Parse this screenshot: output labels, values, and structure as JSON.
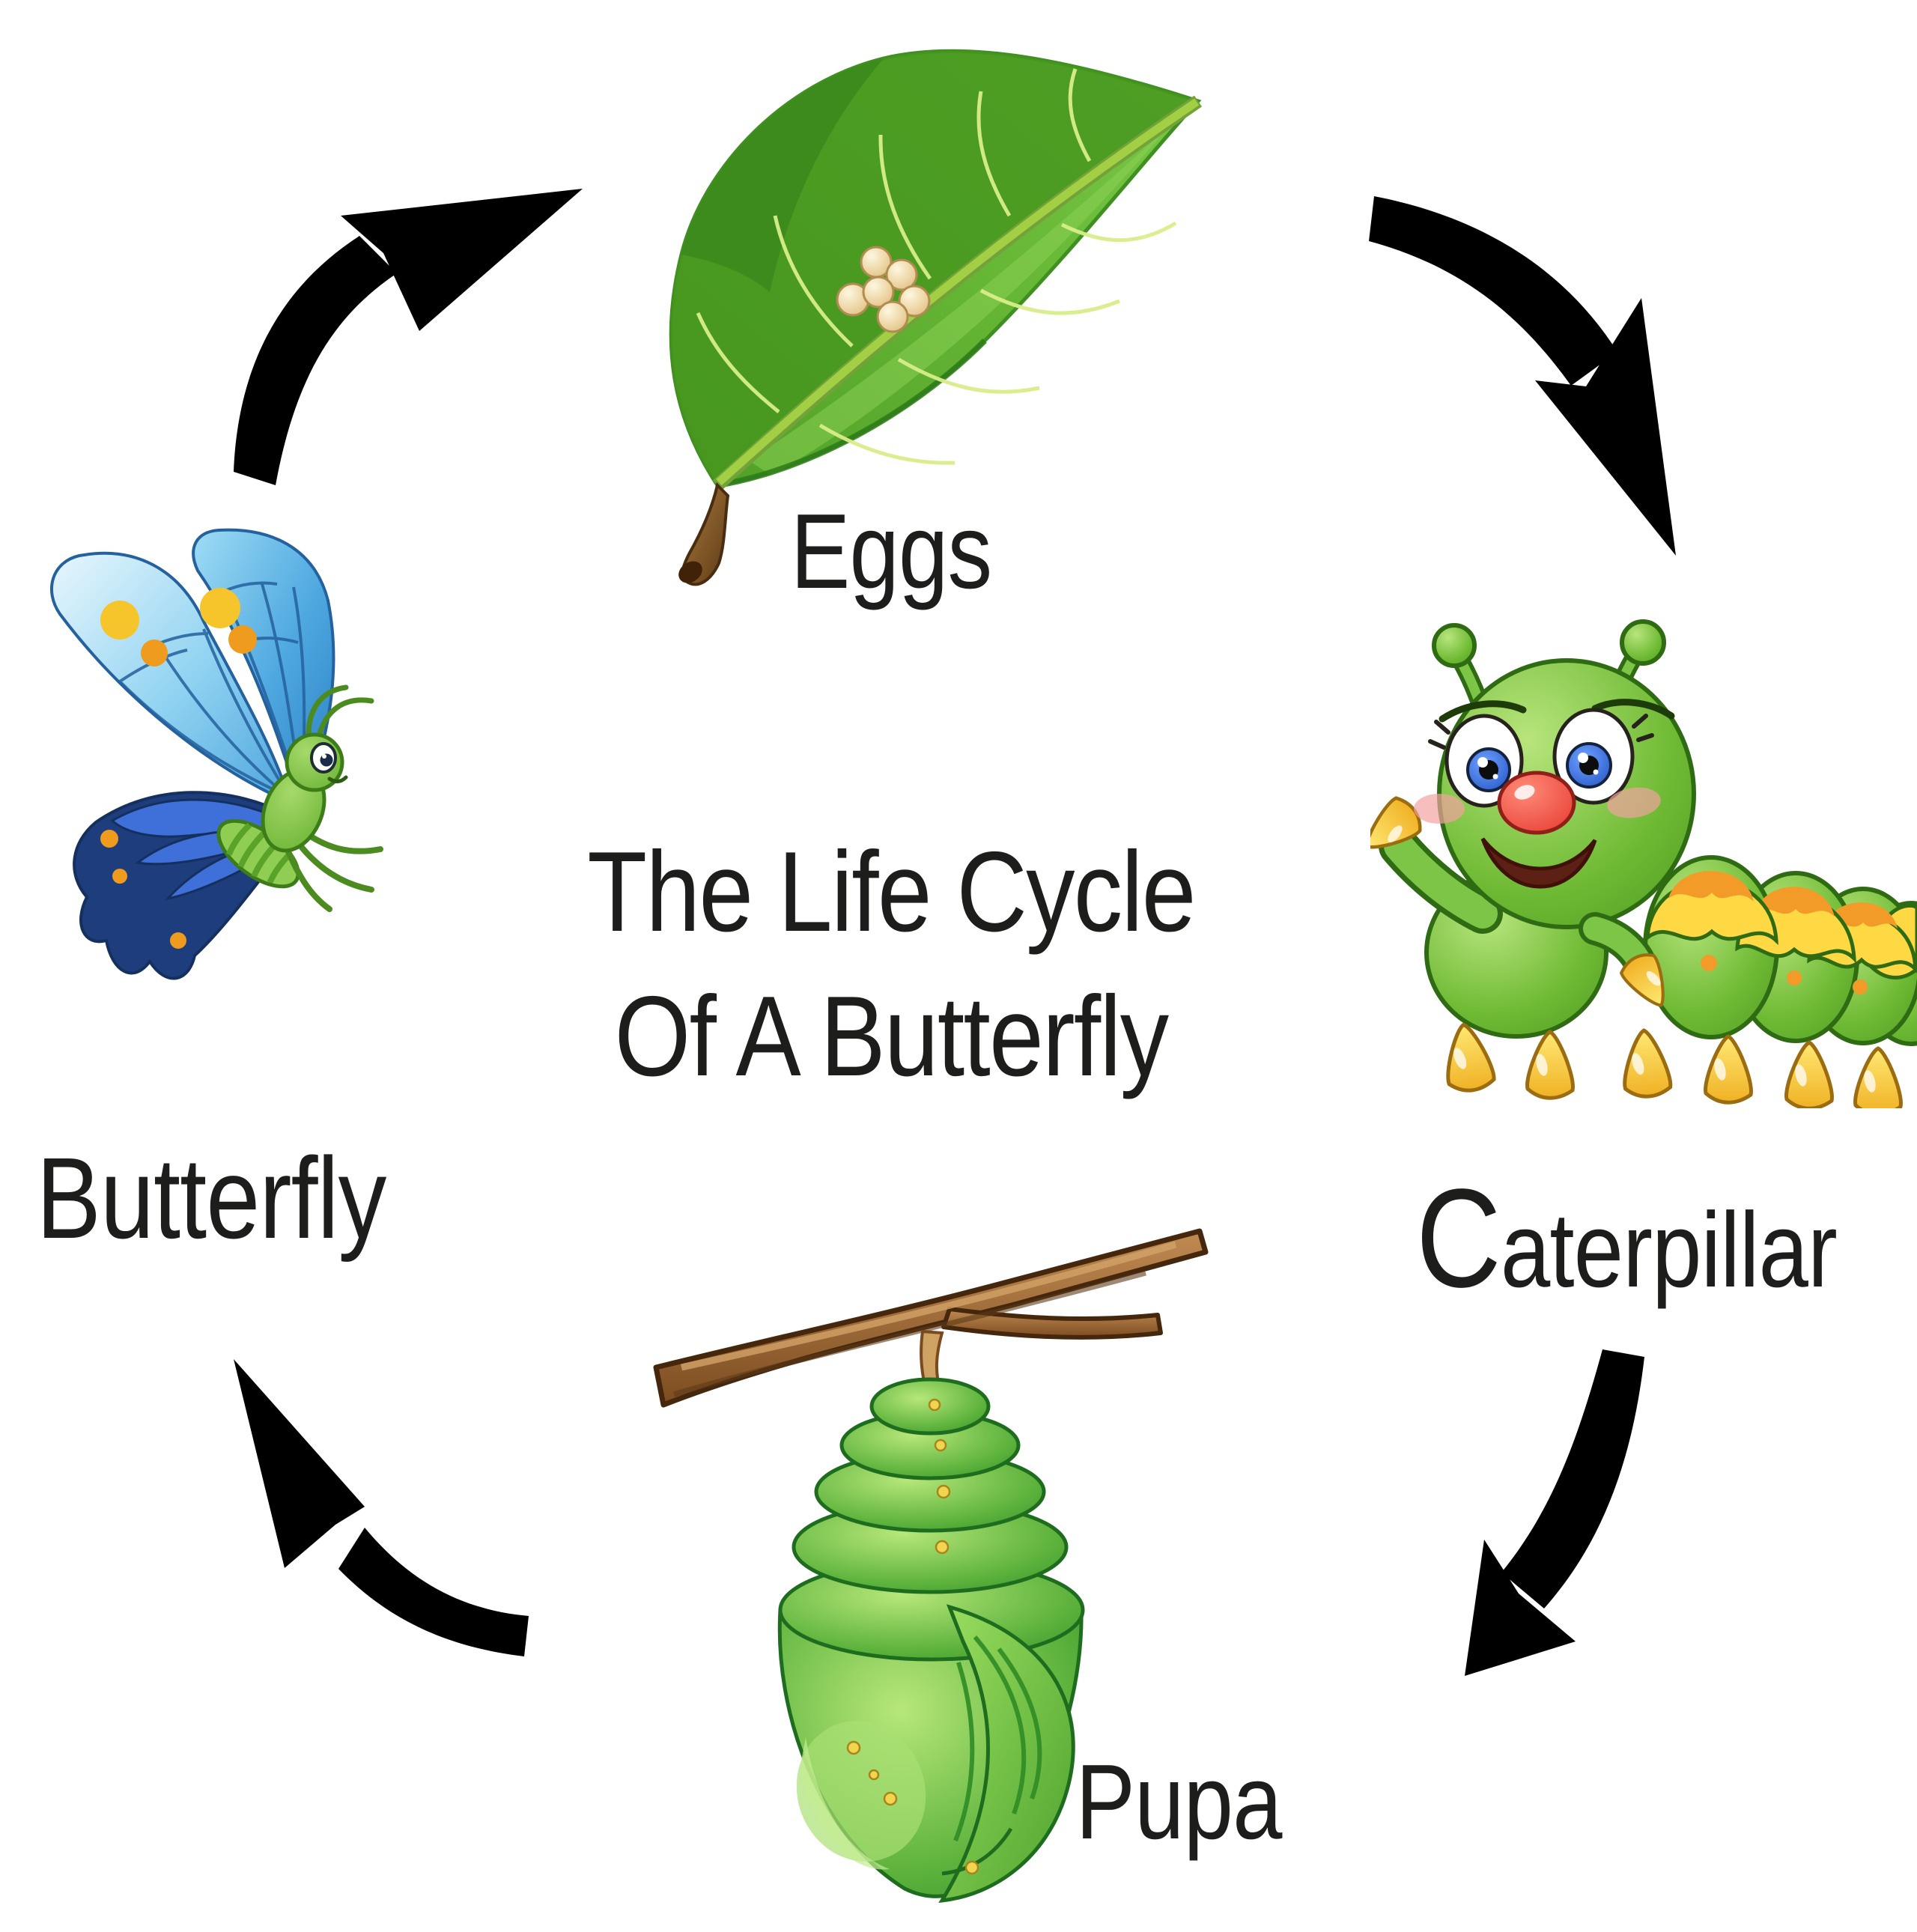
{
  "title": {
    "line1": "The Life Cycle",
    "line2": "Of A Butterfly"
  },
  "stages": [
    {
      "label": "Eggs",
      "position": "top",
      "illustration": "leaf-with-egg-cluster"
    },
    {
      "label": "Caterpillar",
      "position": "right",
      "illustration": "cartoon-caterpillar"
    },
    {
      "label": "Pupa",
      "position": "bottom",
      "illustration": "chrysalis-hanging-from-branch"
    },
    {
      "label": "Butterfly",
      "position": "left",
      "illustration": "blue-cartoon-butterfly"
    }
  ],
  "arrows": [
    {
      "from": "Butterfly",
      "to": "Eggs",
      "corner": "top-left",
      "direction": "clockwise"
    },
    {
      "from": "Eggs",
      "to": "Caterpillar",
      "corner": "top-right",
      "direction": "clockwise"
    },
    {
      "from": "Caterpillar",
      "to": "Pupa",
      "corner": "bottom-right",
      "direction": "clockwise"
    },
    {
      "from": "Pupa",
      "to": "Butterfly",
      "corner": "bottom-left",
      "direction": "clockwise"
    }
  ],
  "colors": {
    "background": "#ffffff",
    "text": "#1d1d1b",
    "arrow": "#000000",
    "leaf_light": "#8ed14f",
    "leaf_mid": "#5cb232",
    "leaf_dark": "#3e8f20",
    "leaf_vein": "#d9ee8a",
    "leaf_rib": "#a3cf44",
    "stem_brown": "#9a6a2e",
    "stem_dark": "#4a2c10",
    "egg_light": "#f9f0d0",
    "egg_shade": "#dcba84",
    "caterpillar_light": "#a9df6a",
    "caterpillar_mid": "#6fba34",
    "caterpillar_dark": "#2e6b12",
    "saddle_yellow": "#ffd944",
    "saddle_orange": "#f39b28",
    "nose_red": "#e63c31",
    "iris_blue": "#2a5fc7",
    "cheek_pink": "#f2a3a0",
    "foot_yellow": "#ffde52",
    "foot_deep": "#edb122",
    "branch_light": "#b5814a",
    "branch_mid": "#8a5627",
    "branch_dark": "#45270d",
    "stalk_tan": "#cda263",
    "pupa_light": "#9ddf63",
    "pupa_mid": "#55b23a",
    "pupa_dark": "#1e6d1e",
    "pupa_dot": "#f2d54e",
    "wing_pale": "#cdeefb",
    "wing_sky": "#6cc0ec",
    "wing_blue": "#2f86c8",
    "wing_navy": "#1d3d7c",
    "wing_royal": "#3f70d9",
    "wing_vein": "#24619e",
    "spot_yellow": "#f6c52b",
    "spot_orange": "#ef9b1e",
    "butterfly_body": "#7cc447",
    "butterfly_body_dark": "#3c7d1a"
  }
}
